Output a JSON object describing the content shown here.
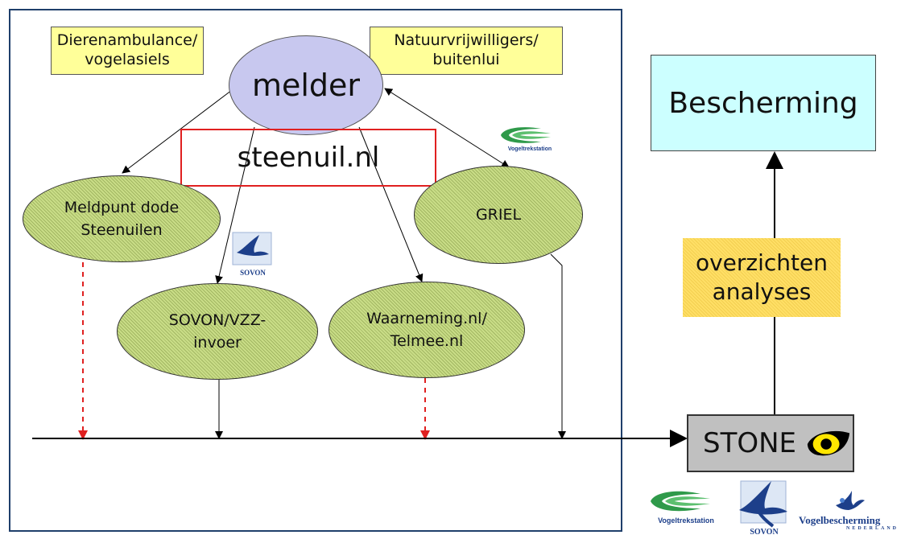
{
  "nodes": {
    "dierenambulance": [
      "Dierenambulance/",
      "vogelasiels"
    ],
    "natuurvrijwilligers": [
      "Natuurvrijwilligers/",
      "buitenlui"
    ],
    "melder": "melder",
    "steenuil_site": "steenuil.nl",
    "meldpunt": [
      "Meldpunt dode",
      "Steenuilen"
    ],
    "griel": "GRIEL",
    "sovon_vzz": [
      "SOVON/VZZ-",
      "invoer"
    ],
    "waarneming": [
      "Waarneming.nl/",
      "Telmee.nl"
    ],
    "bescherming": "Bescherming",
    "overzichten": [
      "overzichten",
      "analyses"
    ],
    "stone": "STONE"
  },
  "logos": {
    "vogeltrekstation": "Vogeltrekstation",
    "sovon": "SOVON",
    "vogelbescherming": "Vogelbescherming",
    "vogelbescherming_sub": "NEDERLAND"
  },
  "colors": {
    "label_box": "#ffff99",
    "melder": "#c8c8ef",
    "ellipse": "#c9dd87",
    "site_border": "#e02020",
    "bescherming": "#ccffff",
    "overzichten": "#ffdf66",
    "stone": "#c0c0c0",
    "dashed_arrow": "#e02020",
    "frame": "#1f3f6b"
  }
}
